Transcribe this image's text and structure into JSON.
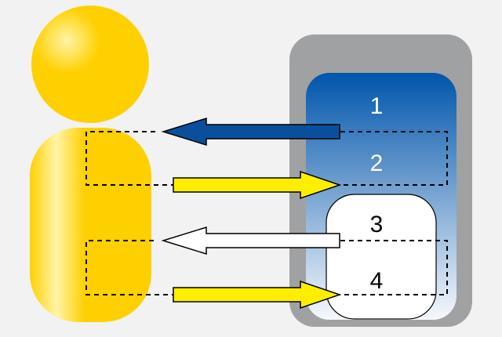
{
  "labels": [
    "1",
    "2",
    "3",
    "4"
  ],
  "colors": {
    "background": "#f2f2f2",
    "figure": "#ffd000",
    "figure_light": "#fff4a8",
    "device_frame": "#a0a1a3",
    "screen_top": "#0055ab",
    "screen_bottom": "#f6f8fc",
    "arrow_blue": "#0a4f9c",
    "arrow_yellow": "#ffee00",
    "arrow_white": "#ffffff",
    "text_light": "#ffffff",
    "text_dark": "#000000"
  },
  "icons": {
    "figure": "person-icon",
    "device": "device-icon"
  }
}
